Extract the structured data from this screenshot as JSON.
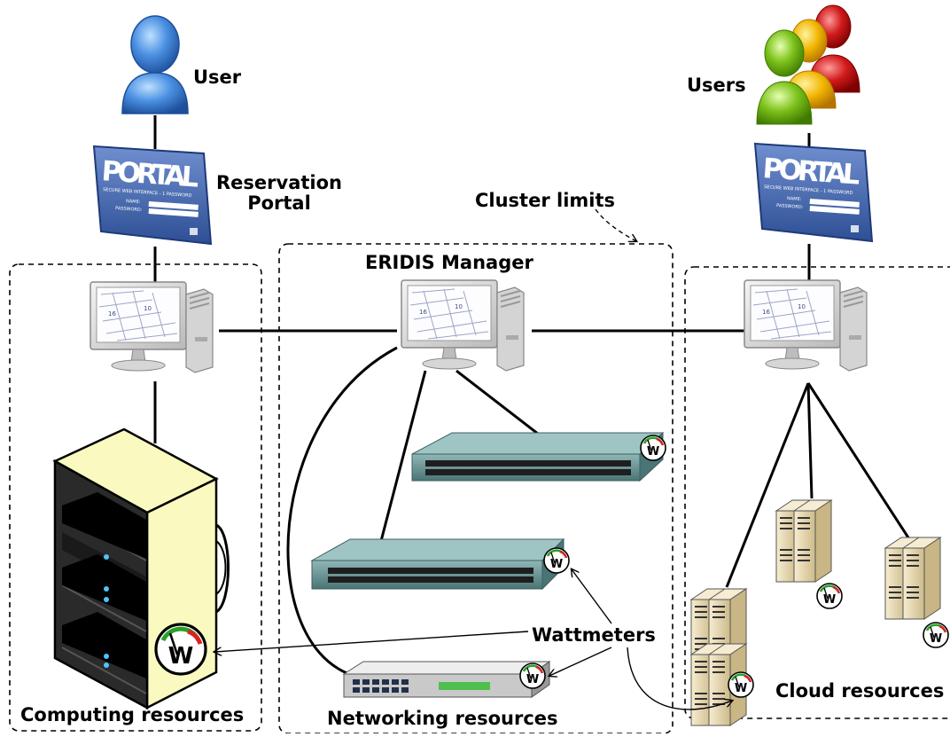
{
  "labels": {
    "user": "User",
    "users": "Users",
    "reservation_portal_line1": "Reservation",
    "reservation_portal_line2": "Portal",
    "cluster_limits": "Cluster limits",
    "eridis_manager": "ERIDIS Manager",
    "wattmeters": "Wattmeters",
    "computing_resources": "Computing resources",
    "networking_resources": "Networking resources",
    "cloud_resources": "Cloud resources"
  },
  "portal_sign": {
    "title": "PORTAL",
    "subtitle": "SECURE WEB INTERFACE - 1 PASSWORD",
    "name_field": "NAME:",
    "password_field": "PASSWORD:"
  },
  "wattmeter_symbol": "W",
  "icons": {
    "user": "user-icon",
    "users": "users-group-icon",
    "portal": "portal-sign-icon",
    "computer": "computer-icon",
    "server_rack": "server-rack-icon",
    "network_switch": "network-switch-icon",
    "server_tower": "server-tower-icon",
    "wattmeter": "wattmeter-icon"
  },
  "colors": {
    "user_blue": "#4a90e2",
    "user_green": "#7cc11a",
    "user_yellow": "#f2b705",
    "user_red": "#d11a1a",
    "portal_blue": "#3a5fa8",
    "rack_yellow": "#fafac0",
    "switch_teal": "#5f8e8e",
    "server_beige": "#ede0bc"
  }
}
